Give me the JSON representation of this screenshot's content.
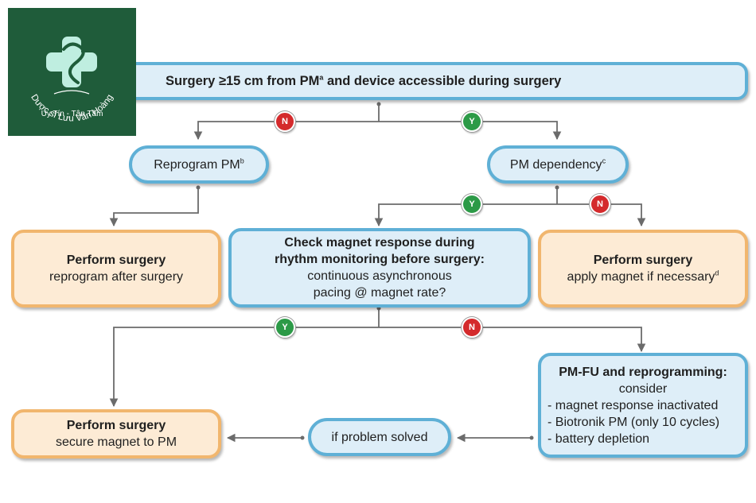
{
  "logo": {
    "brand_name": "Dược sĩ Lưu Văn Hoàng",
    "motto": "Uy Tín - Tận Tâm",
    "icon": "medical-cross-icon",
    "colors": {
      "background": "#1f5c3a",
      "cross": "#bfeee0"
    }
  },
  "nodes": {
    "top_question": {
      "line1_pre": "Surgery ≥15 cm from PM",
      "line1_sup": "a",
      "line1_post": " and device accessible during surgery"
    },
    "reprogram": {
      "pre": "Reprogram PM",
      "sup": "b"
    },
    "dependency": {
      "pre": "PM dependency",
      "sup": "c"
    },
    "perform_reprogram": {
      "title": "Perform surgery",
      "detail": "reprogram after surgery"
    },
    "magnet_check": {
      "title1": "Check magnet response during",
      "title2": "rhythm monitoring before surgery:",
      "detail1": "continuous asynchronous",
      "detail2": "pacing @ magnet rate?"
    },
    "perform_magnet": {
      "title": "Perform surgery",
      "detail_pre": "apply magnet if necessary",
      "detail_sup": "d"
    },
    "perform_secure": {
      "title": "Perform surgery",
      "detail": "secure magnet to PM"
    },
    "problem_solved": {
      "text": "if problem solved"
    },
    "pm_fu": {
      "title": "PM-FU and reprogramming:",
      "consider": "consider",
      "items": [
        "- magnet response inactivated",
        "- Biotronik PM (only 10 cycles)",
        "- battery depletion"
      ]
    }
  },
  "badges": {
    "yes": "Y",
    "no": "N"
  },
  "colors": {
    "blue_border": "#5fb0d6",
    "blue_fill": "#deeef8",
    "peach_border": "#f1b66e",
    "peach_fill": "#fdebd5",
    "yes": "#2c9a47",
    "no": "#d42a2c",
    "connector": "#6b6b6b"
  }
}
